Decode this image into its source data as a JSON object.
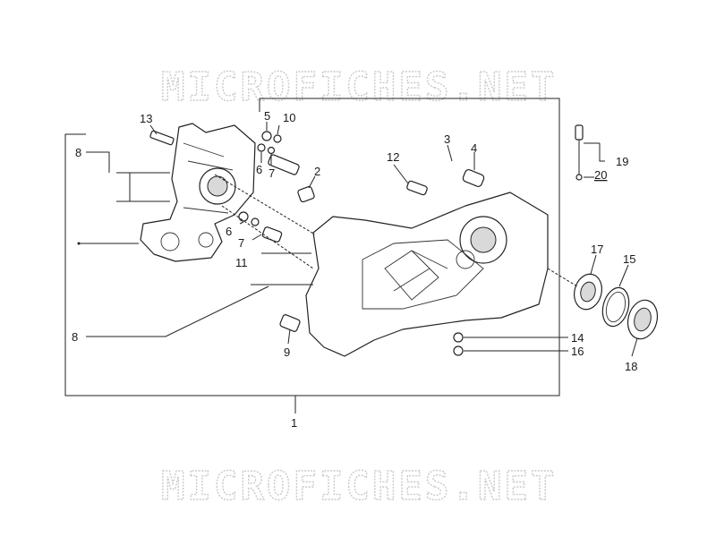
{
  "watermark": {
    "top": "MICROFICHES.NET",
    "bottom": "MICROFICHES.NET"
  },
  "callouts": [
    {
      "id": "c1",
      "label": "1"
    },
    {
      "id": "c2",
      "label": "2"
    },
    {
      "id": "c3",
      "label": "3"
    },
    {
      "id": "c4",
      "label": "4"
    },
    {
      "id": "c5",
      "label": "5"
    },
    {
      "id": "c6a",
      "label": "6"
    },
    {
      "id": "c6b",
      "label": "6"
    },
    {
      "id": "c7a",
      "label": "7"
    },
    {
      "id": "c7b",
      "label": "7"
    },
    {
      "id": "c8a",
      "label": "8"
    },
    {
      "id": "c8b",
      "label": "8"
    },
    {
      "id": "c9",
      "label": "9"
    },
    {
      "id": "c10",
      "label": "10"
    },
    {
      "id": "c11",
      "label": "11"
    },
    {
      "id": "c12",
      "label": "12"
    },
    {
      "id": "c13",
      "label": "13"
    },
    {
      "id": "c14",
      "label": "14"
    },
    {
      "id": "c15",
      "label": "15"
    },
    {
      "id": "c16",
      "label": "16"
    },
    {
      "id": "c17",
      "label": "17"
    },
    {
      "id": "c18",
      "label": "18"
    },
    {
      "id": "c19",
      "label": "19"
    },
    {
      "id": "c20",
      "label": "20"
    }
  ]
}
